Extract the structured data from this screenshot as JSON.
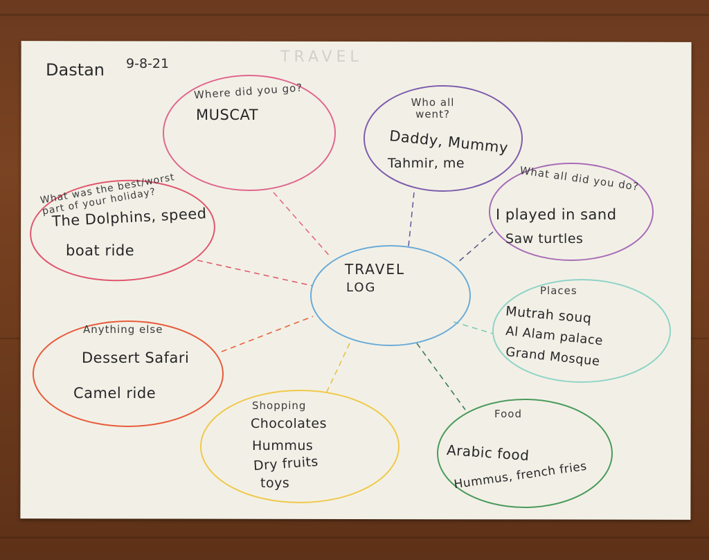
{
  "header": {
    "name": "Dastan",
    "date": "9-8-21"
  },
  "center": {
    "line1": "TRAVEL",
    "line2": "LOG"
  },
  "bubbles": {
    "where": {
      "question": "Where did you go?",
      "answers": [
        "MUSCAT"
      ]
    },
    "who": {
      "question": "Who all went?",
      "answers": [
        "Daddy, Mummy",
        "Tahmir, me"
      ]
    },
    "what_did": {
      "question": "What all did you do?",
      "answers": [
        "I played in sand",
        "Saw turtles"
      ]
    },
    "best": {
      "question": "What was the best/worst part of your holiday?",
      "answers": [
        "The Dolphins, speed",
        "boat ride"
      ]
    },
    "places": {
      "question": "Places",
      "answers": [
        "Mutrah souq",
        "Al Alam palace",
        "Grand Mosque"
      ]
    },
    "anything": {
      "question": "Anything else",
      "answers": [
        "Dessert Safari",
        "Camel ride"
      ]
    },
    "shopping": {
      "question": "Shopping",
      "answers": [
        "Chocolates",
        "Hummus",
        "Dry fruits",
        "toys"
      ]
    },
    "food": {
      "question": "Food",
      "answers": [
        "Arabic food",
        "Hummus, french fries"
      ]
    }
  },
  "colors": {
    "where": "#e0668e",
    "who": "#7d5cad",
    "what_did": "#a86bb8",
    "best": "#e0556e",
    "places": "#8fd3c8",
    "anything": "#e85a3c",
    "shopping": "#f0c84a",
    "food": "#4a9a5c",
    "center": "#6aaad8",
    "line_where": "#e06a7a",
    "line_who": "#6a5aa0",
    "line_what": "#5a5a8a",
    "line_best": "#e05a6a",
    "line_places": "#7acab8",
    "line_anything": "#e8603c",
    "line_shopping": "#e8c04a",
    "line_food": "#3a7a5a"
  }
}
